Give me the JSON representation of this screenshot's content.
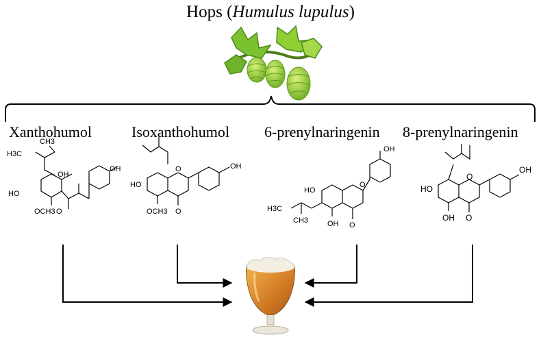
{
  "title": {
    "main": "Hops (",
    "italic": "Humulus lupulus",
    "close": ")"
  },
  "compounds": [
    {
      "name": "Xanthohumol",
      "labels": {
        "h3c": "H3C",
        "ch3": "CH3",
        "oh1": "OH",
        "ho": "HO",
        "oh2": "OH",
        "och3": "OCH3",
        "o": "O"
      }
    },
    {
      "name": "Isoxanthohumol",
      "labels": {
        "ho": "HO",
        "o_ring": "O",
        "oh": "OH",
        "och3": "OCH3",
        "o": "O"
      }
    },
    {
      "name": "6-prenylnaringenin",
      "labels": {
        "oh": "OH",
        "ho": "HO",
        "o_ring": "O",
        "h3c": "H3C",
        "ch3": "CH3",
        "oh2": "OH",
        "o": "O"
      }
    },
    {
      "name": "8-prenylnaringenin",
      "labels": {
        "ho": "HO",
        "o_ring": "O",
        "oh": "OH",
        "oh2": "OH",
        "o": "O"
      }
    }
  ],
  "colors": {
    "line": "#000000",
    "leaf_dark": "#4f9a1f",
    "leaf_light": "#9bd334",
    "cone": "#a8d94a",
    "beer": "#d9882a",
    "foam": "#f4efe0"
  }
}
